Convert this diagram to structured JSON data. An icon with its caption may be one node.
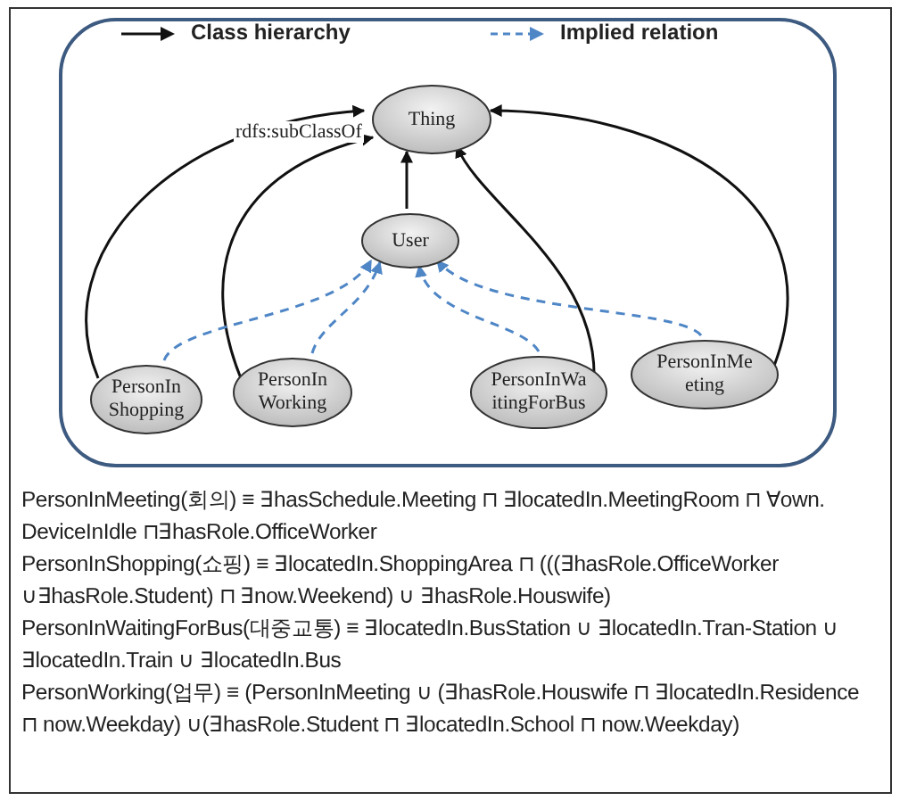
{
  "diagram": {
    "nodes": [
      {
        "text": [],
        "shape": "box"
      },
      {
        "text": [
          "Thing"
        ],
        "in": 0
      },
      {
        "text": [
          "User"
        ],
        "in": 0
      },
      {
        "text": [
          "PersonIn Shopping"
        ],
        "in": 0
      },
      {
        "text": [
          "PersonIn Working"
        ],
        "in": 0
      },
      {
        "text": [
          "PersonInWa itingForBus"
        ],
        "in": 0
      },
      {
        "text": [
          "PersonInMe eting"
        ],
        "in": 0
      }
    ],
    "edges": [
      {
        "from": 3,
        "to": 1,
        "arrow": "to",
        "label": "rdfs:subClassOf"
      },
      {
        "from": 4,
        "to": 1,
        "arrow": "to"
      },
      {
        "from": 2,
        "to": 1,
        "arrow": "to"
      },
      {
        "from": 5,
        "to": 1,
        "arrow": "to"
      },
      {
        "from": 6,
        "to": 1,
        "arrow": "to"
      },
      {
        "from": 3,
        "to": 2,
        "arrow": "to",
        "style": "dashed",
        "color": "#4f86c6"
      },
      {
        "from": 4,
        "to": 2,
        "arrow": "to",
        "style": "dashed",
        "color": "#4f86c6"
      },
      {
        "from": 5,
        "to": 2,
        "arrow": "to",
        "style": "dashed",
        "color": "#4f86c6"
      },
      {
        "from": 6,
        "to": 2,
        "arrow": "to",
        "style": "dashed",
        "color": "#4f86c6"
      }
    ],
    "labels": [
      "PersonInMeeting(회의) ≡ ∃hasSchedule.Meeting ⊓ ∃locatedIn.MeetingRoom ⊓ ∀own. DeviceInIdle ⊓∃hasRole.OfficeWorker",
      "PersonInShopping(쇼핑) ≡ ∃locatedIn.ShoppingArea ⊓ (((∃hasRole.OfficeWorker ∪∃hasRole.Student) ⊓ ∃now.Weekend) ∪ ∃hasRole.Houswife)",
      "PersonInWaitingForBus(대중교통) ≡ ∃locatedIn.BusStation ∪ ∃locatedIn.Tran-Station ∪ ∃locatedIn.Train ∪ ∃locatedIn.Bus",
      "PersonWorking(업무) ≡ (PersonInMeeting ∪ (∃hasRole.Houswife ⊓ ∃locatedIn.Residence ⊓ now.Weekday) ∪(∃hasRole.Student ⊓ ∃locatedIn.School ⊓ now.Weekday)"
    ],
    "legend": [
      {
        "text": "Class hierarchy"
      },
      {
        "text": "Implied relation"
      }
    ]
  }
}
